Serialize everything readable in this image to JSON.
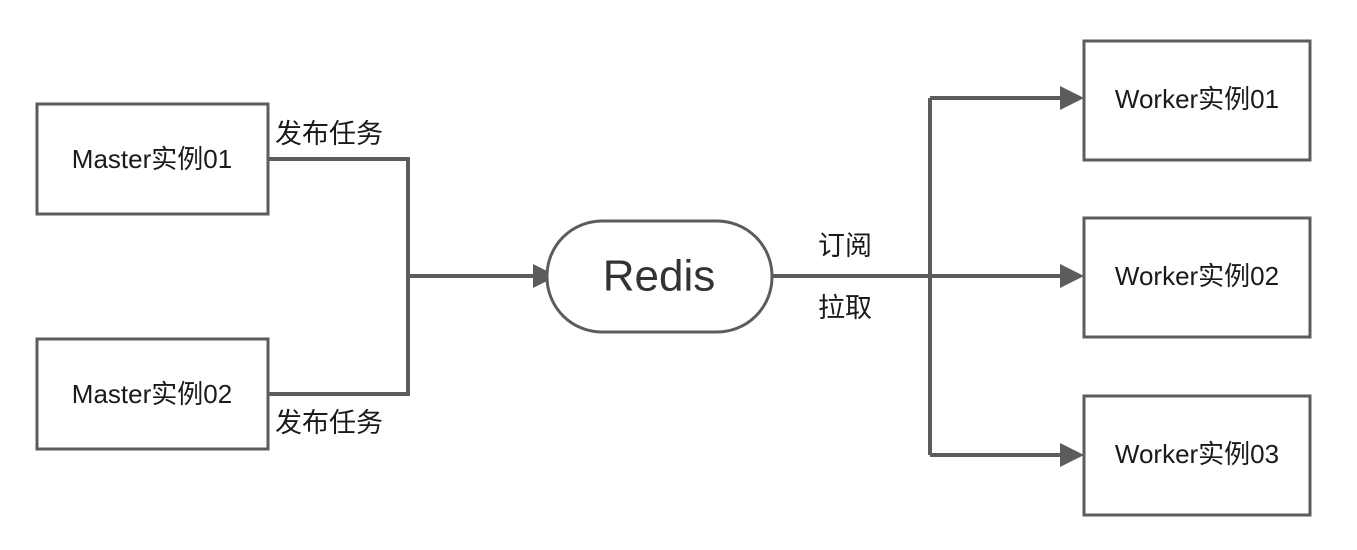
{
  "diagram": {
    "type": "flow-architecture",
    "background_color": "#ffffff",
    "stroke_color": "#5c5c5c",
    "text_color": "#1a1a1a",
    "nodes": [
      {
        "id": "master01",
        "label": "Master实例01",
        "shape": "rectangle"
      },
      {
        "id": "master02",
        "label": "Master实例02",
        "shape": "rectangle"
      },
      {
        "id": "redis",
        "label": "Redis",
        "shape": "stadium"
      },
      {
        "id": "worker01",
        "label": "Worker实例01",
        "shape": "rectangle"
      },
      {
        "id": "worker02",
        "label": "Worker实例02",
        "shape": "rectangle"
      },
      {
        "id": "worker03",
        "label": "Worker实例03",
        "shape": "rectangle"
      }
    ],
    "edges": [
      {
        "id": "e1",
        "from": "master01",
        "to": "redis",
        "label": "发布任务"
      },
      {
        "id": "e2",
        "from": "master02",
        "to": "redis",
        "label": "发布任务"
      },
      {
        "id": "e3",
        "from": "redis",
        "to": "worker01",
        "label": "订阅"
      },
      {
        "id": "e4",
        "from": "redis",
        "to": "worker02",
        "label": "拉取"
      },
      {
        "id": "e5",
        "from": "redis",
        "to": "worker03",
        "label": ""
      }
    ],
    "labels": {
      "publish_top": "发布任务",
      "publish_bottom": "发布任务",
      "subscribe": "订阅",
      "pull": "拉取"
    }
  }
}
